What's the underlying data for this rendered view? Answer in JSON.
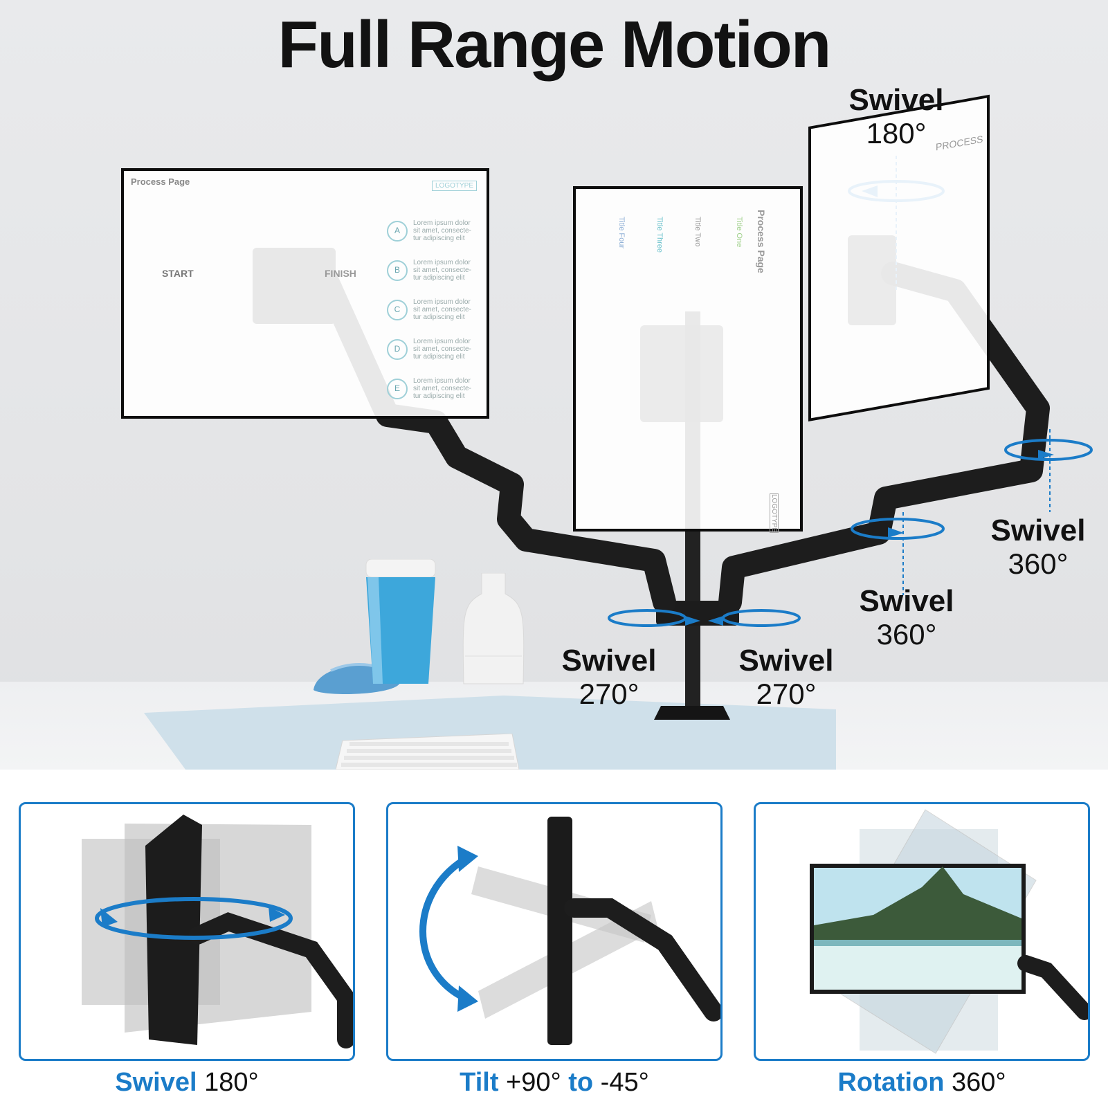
{
  "headline": "Full Range Motion",
  "screens": {
    "left": {
      "title": "Process Page",
      "logo": "LOGOTYPE",
      "start": "START",
      "finish": "FINISH",
      "letters": [
        "A",
        "B",
        "C",
        "D",
        "E"
      ],
      "lorem": "Lorem ipsum dolor sit amet, consecte-tur adipiscing elit"
    },
    "middle": {
      "title": "Process Page",
      "subtitles": [
        "Title One",
        "Title Two",
        "Title Three",
        "Title Four"
      ],
      "logo": "LOGOTYPE"
    },
    "right": {
      "title": "PROCESS"
    }
  },
  "labels": {
    "top_right": {
      "name": "Swivel",
      "value": "180°"
    },
    "far_right": {
      "name": "Swivel",
      "value": "360°"
    },
    "mid_right": {
      "name": "Swivel",
      "value": "360°"
    },
    "base_left": {
      "name": "Swivel",
      "value": "270°"
    },
    "base_right": {
      "name": "Swivel",
      "value": "270°"
    }
  },
  "panels": [
    {
      "caption_bold": "Swivel",
      "caption_rest": " 180°"
    },
    {
      "caption_bold": "Tilt",
      "caption_mid": " +90° ",
      "caption_to": "to",
      "caption_rest": " -45°"
    },
    {
      "caption_bold": "Rotation",
      "caption_rest": " 360°"
    }
  ],
  "colors": {
    "accent_blue": "#1b7cc8",
    "arm_black": "#1a1a1a",
    "text_dark": "#111111",
    "cup_blue": "#3da7db"
  }
}
